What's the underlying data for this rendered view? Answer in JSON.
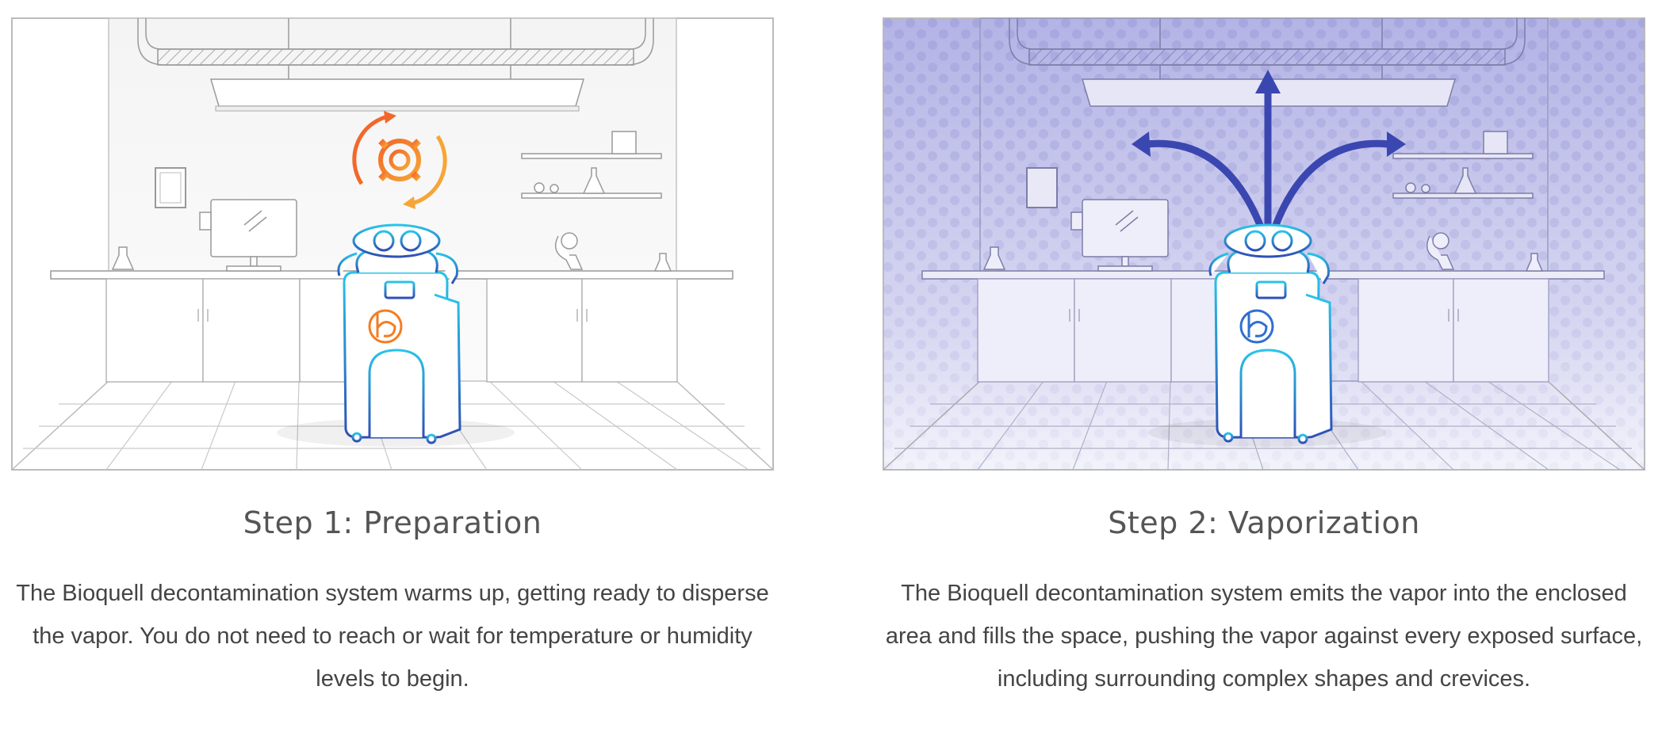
{
  "steps": [
    {
      "title": "Step 1: Preparation",
      "description": "The Bioquell decontamination system warms up, getting ready to disperse the vapor. You do not need to reach or wait for temperature or humidity levels to begin.",
      "illustration": "lab-room-with-decontamination-robot-warming-up",
      "indicator_icon": "gear-with-rotation-arrows-icon",
      "accent_color": "#f57c22"
    },
    {
      "title": "Step 2: Vaporization",
      "description": "The Bioquell decontamination system emits the vapor into the enclosed area and fills the space, pushing the vapor against every exposed surface, including surrounding complex shapes and crevices.",
      "illustration": "lab-room-filled-with-vapor",
      "indicator_icon": "vapor-dispersal-arrows-icon",
      "accent_color": "#3b47b0",
      "vapor_color": "#b3b3e6"
    }
  ],
  "colors": {
    "line": "#9a9a9a",
    "robot": "#1aa6e0",
    "robot_dark": "#2f4fb5"
  }
}
